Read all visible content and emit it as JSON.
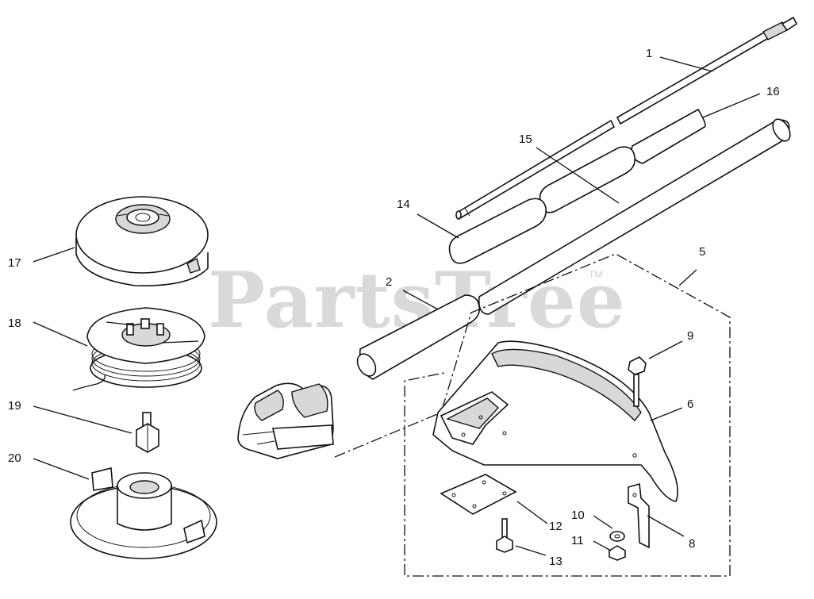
{
  "watermark": {
    "text": "PartsTree",
    "trademark": "TM"
  },
  "callouts": [
    {
      "id": "1",
      "label": "1"
    },
    {
      "id": "2",
      "label": "2"
    },
    {
      "id": "5",
      "label": "5"
    },
    {
      "id": "6",
      "label": "6"
    },
    {
      "id": "8",
      "label": "8"
    },
    {
      "id": "9",
      "label": "9"
    },
    {
      "id": "10",
      "label": "10"
    },
    {
      "id": "11",
      "label": "11"
    },
    {
      "id": "12",
      "label": "12"
    },
    {
      "id": "13",
      "label": "13"
    },
    {
      "id": "14",
      "label": "14"
    },
    {
      "id": "15",
      "label": "15"
    },
    {
      "id": "16",
      "label": "16"
    },
    {
      "id": "17",
      "label": "17"
    },
    {
      "id": "18",
      "label": "18"
    },
    {
      "id": "19",
      "label": "19"
    },
    {
      "id": "20",
      "label": "20"
    }
  ]
}
